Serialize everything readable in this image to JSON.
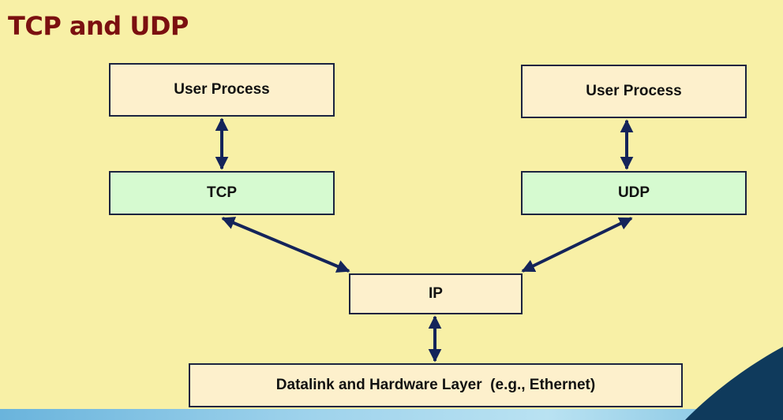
{
  "title": "TCP and UDP",
  "boxes": {
    "user_process_left": "User Process",
    "user_process_right": "User Process",
    "tcp": "TCP",
    "udp": "UDP",
    "ip": "IP",
    "datalink": "Datalink and Hardware Layer  (e.g., Ethernet)"
  },
  "colors": {
    "background": "#f8f0a6",
    "title": "#7b1010",
    "box_cream": "#fdf0cc",
    "box_mint": "#d6fad0",
    "arrow": "#14245a",
    "corner": "#0f3a5c"
  }
}
